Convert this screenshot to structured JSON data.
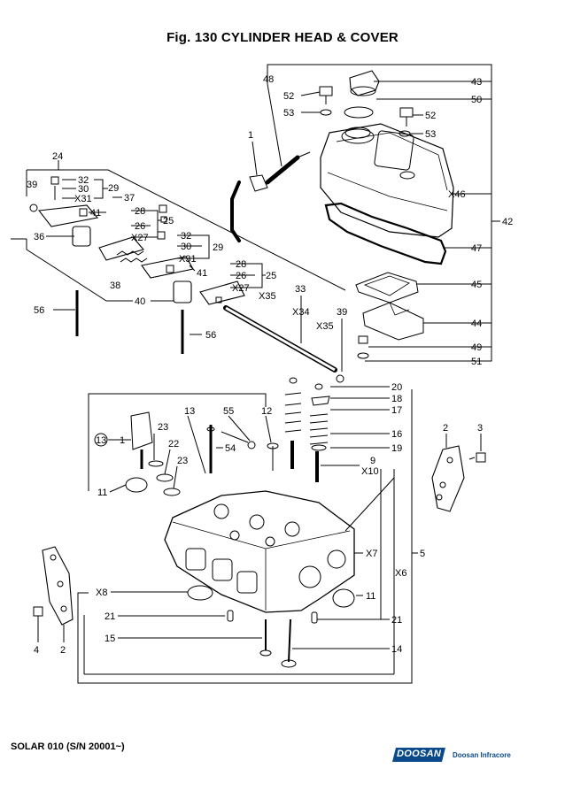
{
  "header": {
    "title": "Fig. 130 CYLINDER HEAD & COVER"
  },
  "footer": {
    "model": "SOLAR 010  (S/N 20001~)",
    "logo_word": "DOOSAN",
    "brand": "Doosan Infracore",
    "brand_color": "#0a4a8a"
  },
  "callouts": {
    "c48": "48",
    "c43": "43",
    "c52a": "52",
    "c53a": "53",
    "c50": "50",
    "c52b": "52",
    "c53b": "53",
    "c1": "1",
    "cX46": "X46",
    "c42": "42",
    "c47": "47",
    "c45": "45",
    "c44": "44",
    "c49": "49",
    "c51": "51",
    "c24": "24",
    "c39a": "39",
    "c32a": "32",
    "c30a": "30",
    "cX31a": "X31",
    "c29a": "29",
    "c37": "37",
    "c41a": "41",
    "c28a": "28",
    "c26a": "26",
    "cX27a": "X27",
    "c25a": "25",
    "c36": "36",
    "c32b": "32",
    "c30b": "30",
    "cX31b": "X31",
    "c29b": "29",
    "c38": "38",
    "c41b": "41",
    "c28b": "28",
    "c26b": "26",
    "cX27b": "X27",
    "c25b": "25",
    "c33": "33",
    "cX35a": "X35",
    "cX34": "X34",
    "c39b": "39",
    "cX35b": "X35",
    "c56a": "56",
    "c40": "40",
    "c56b": "56",
    "c20": "20",
    "c18": "18",
    "c17": "17",
    "c16": "16",
    "c19": "19",
    "c9": "9",
    "cX10": "X10",
    "c13a": "13",
    "c55": "55",
    "c12": "12",
    "c23a": "23",
    "c13b": "13",
    "c1b": "1",
    "c22": "22",
    "c54": "54",
    "c23b": "23",
    "c11a": "11",
    "c2a": "2",
    "c3": "3",
    "cX7": "X7",
    "c5": "5",
    "cX6": "X6",
    "cX8": "X8",
    "c11b": "11",
    "c21a": "21",
    "c21b": "21",
    "c15": "15",
    "c14": "14",
    "c4": "4",
    "c2b": "2"
  }
}
